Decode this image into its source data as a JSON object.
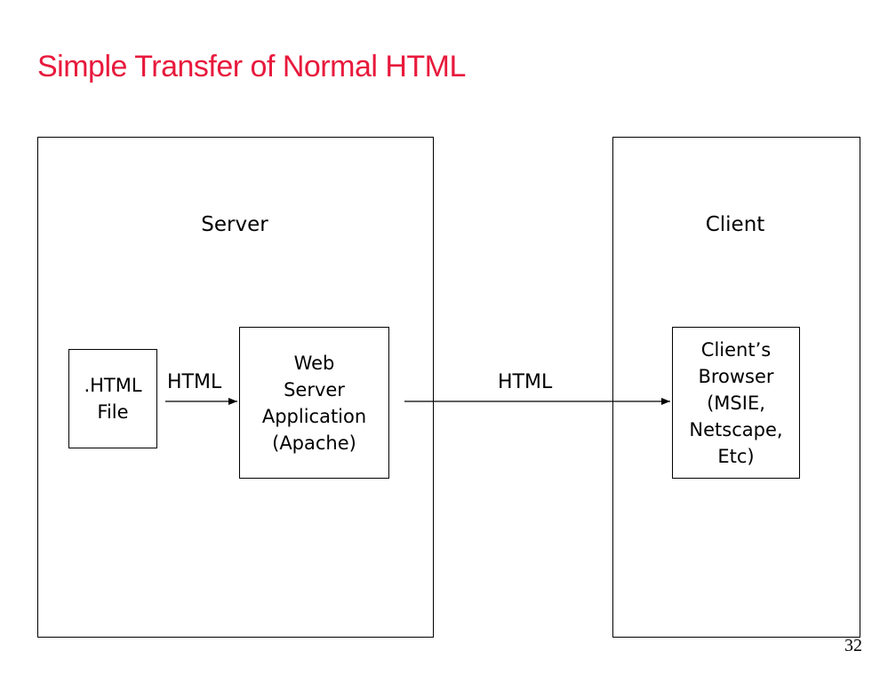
{
  "slide": {
    "title": "Simple Transfer of Normal HTML",
    "title_color": "#e8193c",
    "page_number": "32"
  },
  "diagram": {
    "frames": [
      {
        "id": "server",
        "label": "Server"
      },
      {
        "id": "client",
        "label": "Client"
      }
    ],
    "nodes": [
      {
        "id": "html-file",
        "label": ".HTML\nFile"
      },
      {
        "id": "web-server",
        "label": "Web\nServer\nApplication\n(Apache)"
      },
      {
        "id": "browser",
        "label": "Client’s\nBrowser\n(MSIE,\nNetscape,\nEtc)"
      }
    ],
    "edges": [
      {
        "from": "html-file",
        "to": "web-server",
        "label": "HTML"
      },
      {
        "from": "web-server",
        "to": "browser",
        "label": "HTML"
      }
    ]
  }
}
